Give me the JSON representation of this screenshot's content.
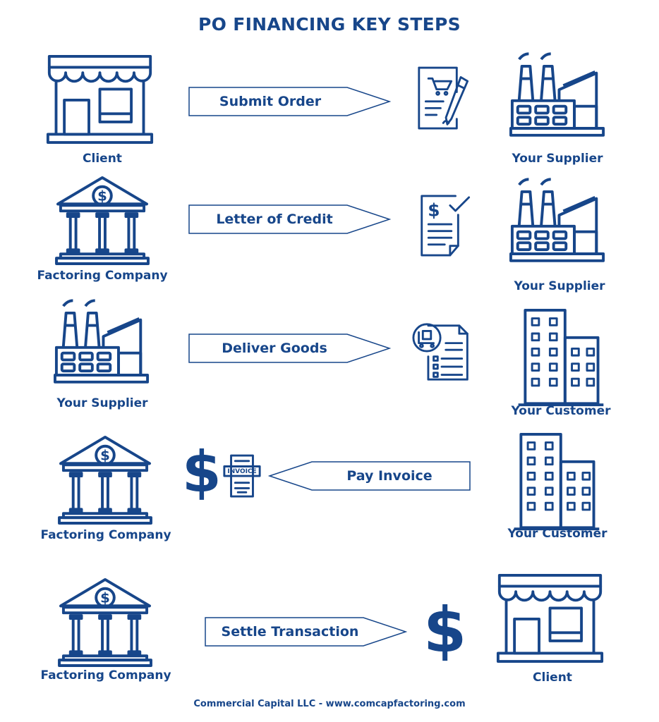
{
  "title": "PO FINANCING KEY STEPS",
  "colors": {
    "primary": "#17468a",
    "background": "#ffffff"
  },
  "steps": [
    {
      "from": {
        "label": "Client",
        "icon": "storefront-icon"
      },
      "action": {
        "label": "Submit Order",
        "direction": "right",
        "icon": "purchase-order-icon"
      },
      "to": {
        "label": "Your Supplier",
        "icon": "factory-icon"
      }
    },
    {
      "from": {
        "label": "Factoring Company",
        "icon": "bank-icon"
      },
      "action": {
        "label": "Letter of Credit",
        "direction": "right",
        "icon": "approved-document-icon"
      },
      "to": {
        "label": "Your Supplier",
        "icon": "factory-icon"
      }
    },
    {
      "from": {
        "label": "Your Supplier",
        "icon": "factory-icon"
      },
      "action": {
        "label": "Deliver Goods",
        "direction": "right",
        "icon": "delivery-checklist-icon"
      },
      "to": {
        "label": "Your Customer",
        "icon": "office-building-icon"
      }
    },
    {
      "from": {
        "label": "Factoring Company",
        "icon": "bank-icon"
      },
      "action": {
        "label": "Pay Invoice",
        "direction": "left",
        "icon": "dollar-invoice-icon",
        "icon_text": "INVOICE"
      },
      "to": {
        "label": "Your Customer",
        "icon": "office-building-icon"
      }
    },
    {
      "from": {
        "label": "Factoring Company",
        "icon": "bank-icon"
      },
      "action": {
        "label": "Settle Transaction",
        "direction": "right",
        "icon": "dollar-sign-icon"
      },
      "to": {
        "label": "Client",
        "icon": "storefront-icon"
      }
    }
  ],
  "footer": "Commercial Capital LLC - www.comcapfactoring.com"
}
